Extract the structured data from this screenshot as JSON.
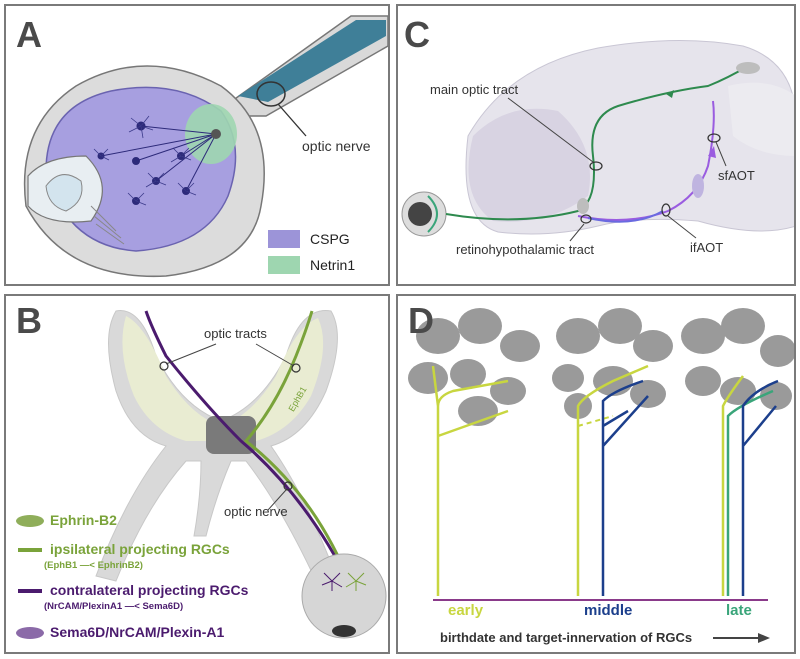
{
  "panelA": {
    "letter": "A",
    "optic_nerve_label": "optic nerve",
    "legend": [
      {
        "label": "CSPG",
        "color": "#9c94d8"
      },
      {
        "label": "Netrin1",
        "color": "#9ed6b0"
      }
    ]
  },
  "panelB": {
    "letter": "B",
    "optic_tracts_label": "optic tracts",
    "optic_nerve_label": "optic nerve",
    "ephb1_label": "EphB1",
    "legend": {
      "ephrin": "Ephrin-B2",
      "ipsi": "ipsilateral projecting RGCs",
      "ipsi_sub": "(EphB1 —< EphrinB2)",
      "contra": "contralateral projecting RGCs",
      "contra_sub": "(NrCAM/PlexinA1 —< Sema6D)",
      "sema": "Sema6D/NrCAM/Plexin-A1"
    },
    "colors": {
      "green": "#7aa33a",
      "purple": "#4b1b6e",
      "sema": "#8b6aa8"
    }
  },
  "panelC": {
    "letter": "C",
    "main_optic_tract": "main optic tract",
    "sfaot": "sfAOT",
    "retinohypothalamic": "retinohypothalamic tract",
    "ifaot": "ifAOT"
  },
  "panelD": {
    "letter": "D",
    "early": "early",
    "middle": "middle",
    "late": "late",
    "caption": "birthdate and target-innervation of RGCs",
    "colors": {
      "early": "#c8d640",
      "middle": "#1c3f8c",
      "late": "#3aa57a",
      "axis": "#8a3a8a"
    }
  }
}
